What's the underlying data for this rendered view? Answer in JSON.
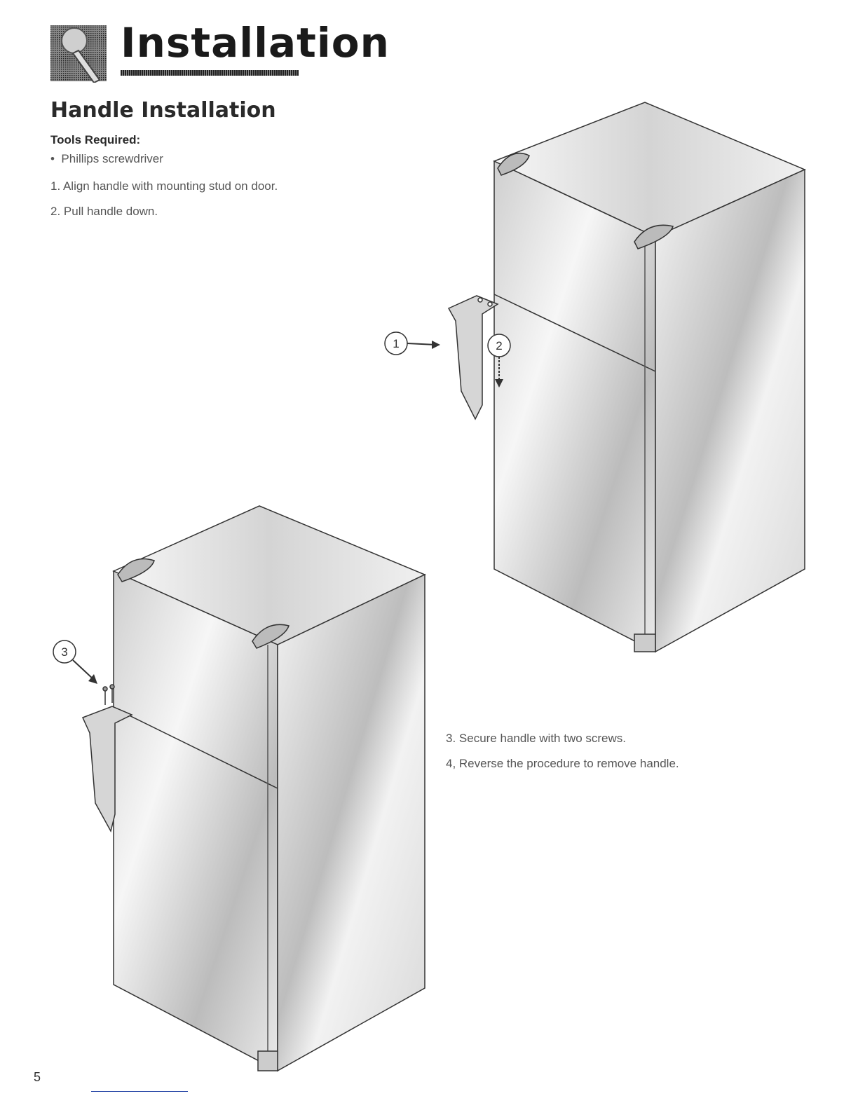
{
  "header": {
    "title": "Installation",
    "icon": "screwdriver-icon"
  },
  "section": {
    "title": "Handle Installation",
    "tools_label": "Tools Required:",
    "tools": [
      "Phillips screwdriver"
    ]
  },
  "steps": [
    "1. Align handle with mounting stud on door.",
    "2. Pull handle down.",
    "3. Secure handle with two screws.",
    "4, Reverse the procedure to remove handle."
  ],
  "callouts": [
    "1",
    "2",
    "3"
  ],
  "page_number": "5"
}
